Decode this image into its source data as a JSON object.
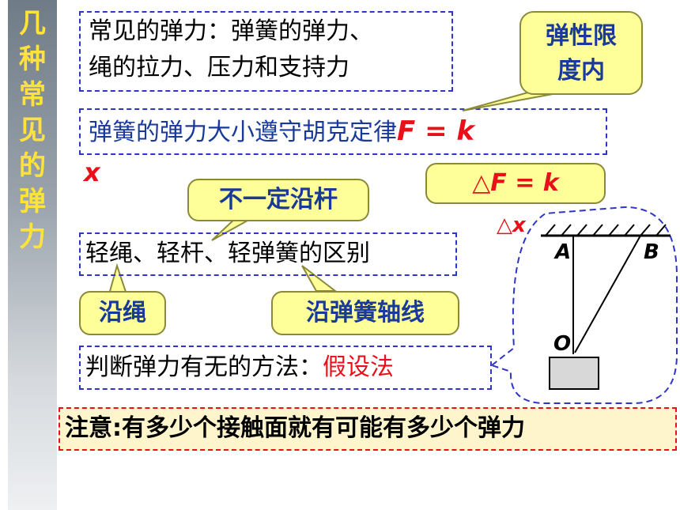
{
  "sidebar": {
    "chars": [
      "几",
      "种",
      "常",
      "见",
      "的",
      "弹",
      "力"
    ]
  },
  "box1": {
    "line1": "常见的弹力：弹簧的弹力、",
    "line2": "绳的拉力、压力和支持力"
  },
  "callout_limit": {
    "line1": "弹性限",
    "line2": "度内"
  },
  "hooke": {
    "text": "弹簧的弹力大小遵守胡克定律",
    "formula": "F = k",
    "x": "x"
  },
  "delta": {
    "formula": "△F = k",
    "x": "△x"
  },
  "callout_rod": {
    "text": "不一定沿杆"
  },
  "distinguish": {
    "text": "轻绳、轻杆、轻弹簧的区别"
  },
  "callout_rope": {
    "text": "沿绳"
  },
  "callout_spring": {
    "text": "沿弹簧轴线"
  },
  "method": {
    "label": "判断弹力有无的方法：",
    "value": "假设法"
  },
  "note": {
    "text": "注意:有多少个接触面就有可能有多少个弹力"
  },
  "diagram": {
    "label_a": "A",
    "label_b": "B",
    "label_o": "O"
  },
  "colors": {
    "blue_text": "#1a3a9a",
    "red": "#e8111a",
    "callout_bg": "#ffff99",
    "sidebar_text": "#ffe23a",
    "dash_blue": "#2f35c8"
  }
}
